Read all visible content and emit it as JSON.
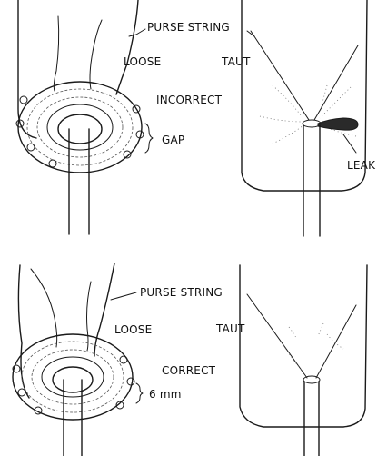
{
  "panels": {
    "top": {
      "purse_string_label": "PURSE STRING",
      "loose_label": "LOOSE",
      "taut_label": "TAUT",
      "status_label": "INCORRECT",
      "gap_label": "GAP",
      "leak_label": "LEAK"
    },
    "bottom": {
      "purse_string_label": "PURSE STRING",
      "loose_label": "LOOSE",
      "taut_label": "TAUT",
      "status_label": "CORRECT",
      "gap_label": "6 mm"
    }
  },
  "colors": {
    "ink": "#1a1a1a",
    "background": "#ffffff"
  }
}
